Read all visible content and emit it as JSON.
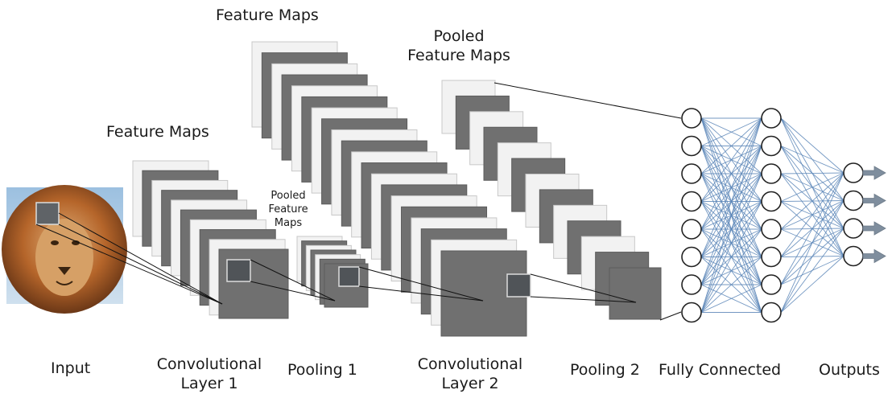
{
  "labels": {
    "feature_maps_top": "Feature Maps",
    "pooled_feature_maps_top_line1": "Pooled",
    "pooled_feature_maps_top_line2": "Feature Maps",
    "feature_maps_left": "Feature Maps",
    "pooled_feature_maps_small_line1": "Pooled",
    "pooled_feature_maps_small_line2": "Feature",
    "pooled_feature_maps_small_line3": "Maps",
    "input": "Input",
    "conv1_line1": "Convolutional",
    "conv1_line2": "Layer 1",
    "pool1": "Pooling 1",
    "conv2_line1": "Convolutional",
    "conv2_line2": "Layer 2",
    "pool2": "Pooling 2",
    "fully_connected": "Fully Connected",
    "outputs": "Outputs"
  },
  "network": {
    "fc_layer1_nodes": 8,
    "fc_layer2_nodes": 8,
    "output_nodes": 4
  },
  "colors": {
    "map_light": "#f2f2f2",
    "map_dark": "#707070",
    "map_border": "#c8c8c8",
    "edge": "#5b86b8",
    "node_stroke": "#222222",
    "arrow": "#7f8e9e",
    "lion_mane": "#b5652a",
    "lion_face": "#d6a066"
  }
}
